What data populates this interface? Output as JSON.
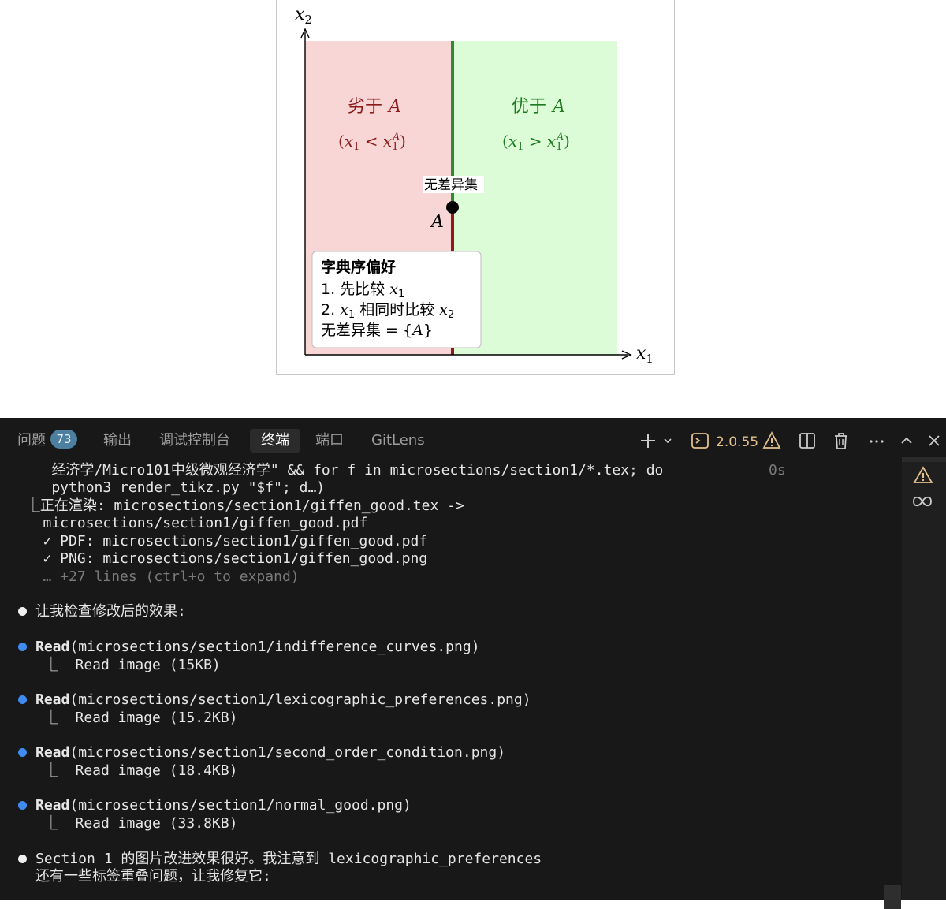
{
  "figure": {
    "axis_x": "x",
    "axis_x_sub": "1",
    "axis_y": "x",
    "axis_y_sub": "2",
    "worse_label_cjk": "劣于",
    "worse_label_var": "A",
    "worse_cond_open": "(",
    "worse_cond_x": "x",
    "worse_cond_sub": "1",
    "worse_cond_op": " < ",
    "worse_cond_rhs": "x",
    "worse_cond_rhs_sub": "1",
    "worse_cond_rhs_sup": "A",
    "worse_cond_close": ")",
    "better_label_cjk": "优于",
    "better_label_var": "A",
    "better_cond_open": "(",
    "better_cond_x": "x",
    "better_cond_sub": "1",
    "better_cond_op": " > ",
    "better_cond_rhs": "x",
    "better_cond_rhs_sub": "1",
    "better_cond_rhs_sup": "A",
    "better_cond_close": ")",
    "indiff_label": "无差异集",
    "point_label": "A",
    "box_title": "字典序偏好",
    "box_line1_text": "1. 先比较 ",
    "box_line1_var": "x",
    "box_line1_sub": "1",
    "box_line2_num": "2. ",
    "box_line2_var1": "x",
    "box_line2_sub1": "1",
    "box_line2_mid": " 相同时比较 ",
    "box_line2_var2": "x",
    "box_line2_sub2": "2",
    "box_line3_text": "无差异集 = {",
    "box_line3_var": "A",
    "box_line3_close": "}",
    "colors": {
      "worse_fill": "#f8d6d6",
      "better_fill": "#dbfcd7",
      "worse_text": "#8b1a1a",
      "better_text": "#1e7a1e",
      "line_upper": "#2e8b2e",
      "line_lower": "#8b1a1a"
    }
  },
  "panel": {
    "tabs": [
      {
        "label": "问题"
      },
      {
        "label": "输出"
      },
      {
        "label": "调试控制台"
      },
      {
        "label": "终端"
      },
      {
        "label": "端口"
      },
      {
        "label": "GitLens"
      }
    ],
    "problems_count": "73",
    "active_tab": "终端",
    "toolbar": {
      "add_icon": "plus-icon",
      "dropdown_icon": "chevron-down-icon",
      "version": "2.0.55",
      "warning_icon": "warning-icon",
      "split_icon": "split-icon",
      "trash_icon": "trash-icon",
      "more_icon": "ellipsis-icon",
      "maximize_icon": "chevron-up-icon",
      "close_icon": "close-icon"
    }
  },
  "terminal": {
    "lines": [
      "    经济学/Micro101中级微观经济学\" && for f in microsections/section1/*.tex; do",
      "    python3 render_tikz.py \"$f\"; d…)",
      " ⎿正在渲染: microsections/section1/giffen_good.tex ->",
      "   microsections/section1/giffen_good.pdf",
      "   ✓ PDF: microsections/section1/giffen_good.pdf",
      "   ✓ PNG: microsections/section1/giffen_good.png",
      "   … +27 lines (ctrl+o to expand)",
      "让我检查修改后的效果:",
      "(microsections/section1/indifference_curves.png)",
      " ⎿  Read image (15KB)",
      "(microsections/section1/lexicographic_preferences.png)",
      " ⎿  Read image (15.2KB)",
      "(microsections/section1/second_order_condition.png)",
      " ⎿  Read image (18.4KB)",
      "(microsections/section1/normal_good.png)",
      " ⎿  Read image (33.8KB)",
      "Section 1 的图片改进效果很好。我注意到 lexicographic_preferences",
      "还有一些标签重叠问题，让我修复它:"
    ],
    "read_keyword": "Read",
    "elapsed": "0s"
  },
  "sidebar": {
    "items": [
      {
        "icon": "warning-icon"
      },
      {
        "icon": "infinity-icon"
      }
    ]
  }
}
